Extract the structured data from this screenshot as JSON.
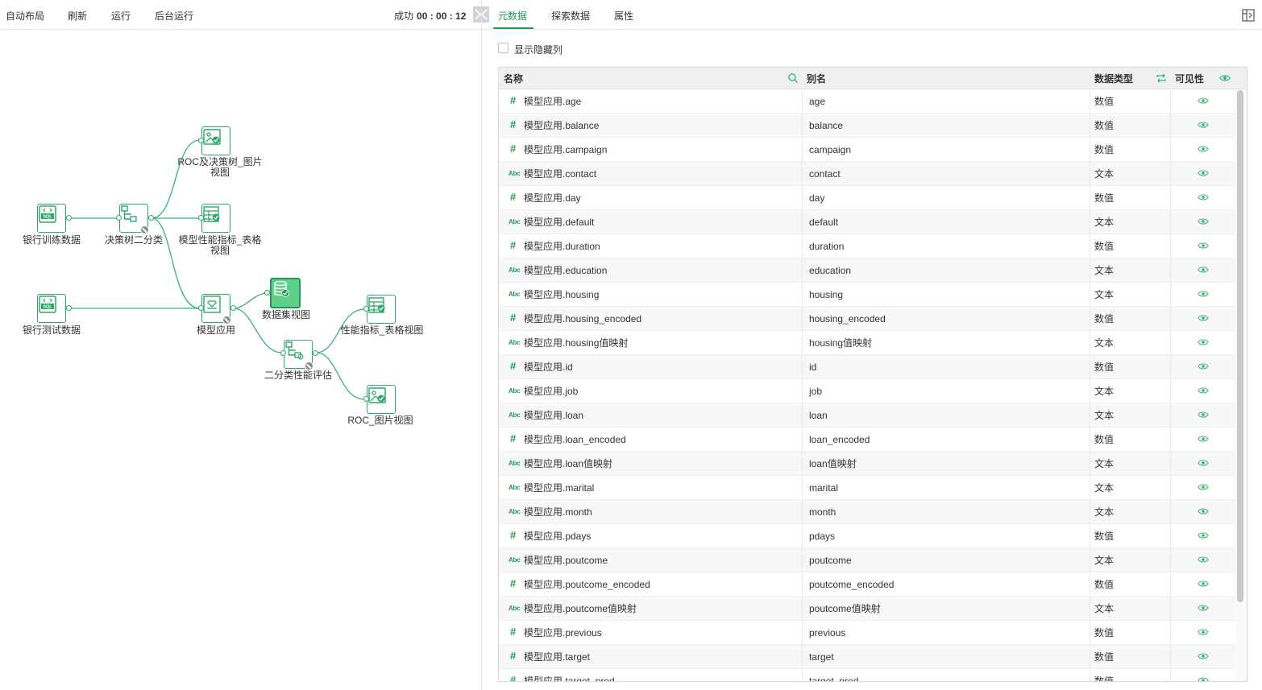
{
  "toolbar": {
    "auto_layout": "自动布局",
    "refresh": "刷新",
    "run": "运行",
    "background_run": "后台运行",
    "status_label": "成功",
    "status_time": "00 : 00 : 12",
    "collapse_icon": "collapse-panel-icon"
  },
  "canvas": {
    "nodes": {
      "train_data": "银行训练数据",
      "test_data": "银行测试数据",
      "decision_tree": "决策树二分类",
      "roc_tree_image_1": "ROC及决策树_图片",
      "roc_tree_image_2": "视图",
      "perf_table_1": "模型性能指标_表格",
      "perf_table_2": "视图",
      "model_apply": "模型应用",
      "dataset_view": "数据集视图",
      "binary_eval": "二分类性能评估",
      "metrics_table": "性能指标_表格视图",
      "roc_image": "ROC_图片视图"
    }
  },
  "right_panel": {
    "tabs": [
      "元数据",
      "探索数据",
      "属性"
    ],
    "active_tab": "元数据",
    "show_hidden_label": "显示隐藏列",
    "columns": {
      "name": "名称",
      "alias": "别名",
      "data_type": "数据类型",
      "visibility": "可见性"
    },
    "rows": [
      {
        "type": "number",
        "name": "模型应用.age",
        "alias": "age",
        "dtype": "数值"
      },
      {
        "type": "number",
        "name": "模型应用.balance",
        "alias": "balance",
        "dtype": "数值"
      },
      {
        "type": "number",
        "name": "模型应用.campaign",
        "alias": "campaign",
        "dtype": "数值"
      },
      {
        "type": "text",
        "name": "模型应用.contact",
        "alias": "contact",
        "dtype": "文本"
      },
      {
        "type": "number",
        "name": "模型应用.day",
        "alias": "day",
        "dtype": "数值"
      },
      {
        "type": "text",
        "name": "模型应用.default",
        "alias": "default",
        "dtype": "文本"
      },
      {
        "type": "number",
        "name": "模型应用.duration",
        "alias": "duration",
        "dtype": "数值"
      },
      {
        "type": "text",
        "name": "模型应用.education",
        "alias": "education",
        "dtype": "文本"
      },
      {
        "type": "text",
        "name": "模型应用.housing",
        "alias": "housing",
        "dtype": "文本"
      },
      {
        "type": "number",
        "name": "模型应用.housing_encoded",
        "alias": "housing_encoded",
        "dtype": "数值"
      },
      {
        "type": "text",
        "name": "模型应用.housing值映射",
        "alias": "housing值映射",
        "dtype": "文本"
      },
      {
        "type": "number",
        "name": "模型应用.id",
        "alias": "id",
        "dtype": "数值"
      },
      {
        "type": "text",
        "name": "模型应用.job",
        "alias": "job",
        "dtype": "文本"
      },
      {
        "type": "text",
        "name": "模型应用.loan",
        "alias": "loan",
        "dtype": "文本"
      },
      {
        "type": "number",
        "name": "模型应用.loan_encoded",
        "alias": "loan_encoded",
        "dtype": "数值"
      },
      {
        "type": "text",
        "name": "模型应用.loan值映射",
        "alias": "loan值映射",
        "dtype": "文本"
      },
      {
        "type": "text",
        "name": "模型应用.marital",
        "alias": "marital",
        "dtype": "文本"
      },
      {
        "type": "text",
        "name": "模型应用.month",
        "alias": "month",
        "dtype": "文本"
      },
      {
        "type": "number",
        "name": "模型应用.pdays",
        "alias": "pdays",
        "dtype": "数值"
      },
      {
        "type": "text",
        "name": "模型应用.poutcome",
        "alias": "poutcome",
        "dtype": "文本"
      },
      {
        "type": "number",
        "name": "模型应用.poutcome_encoded",
        "alias": "poutcome_encoded",
        "dtype": "数值"
      },
      {
        "type": "text",
        "name": "模型应用.poutcome值映射",
        "alias": "poutcome值映射",
        "dtype": "文本"
      },
      {
        "type": "number",
        "name": "模型应用.previous",
        "alias": "previous",
        "dtype": "数值"
      },
      {
        "type": "number",
        "name": "模型应用.target",
        "alias": "target",
        "dtype": "数值"
      },
      {
        "type": "number",
        "name": "模型应用.target_pred",
        "alias": "target_pred",
        "dtype": "数值"
      }
    ],
    "type_labels": {
      "number": "#",
      "text": "Abc"
    }
  },
  "colors": {
    "accent": "#1f9a56",
    "node_border": "#2aa866",
    "selected_node_fill": "#5fd08a",
    "header_bg": "#eef0f2"
  }
}
